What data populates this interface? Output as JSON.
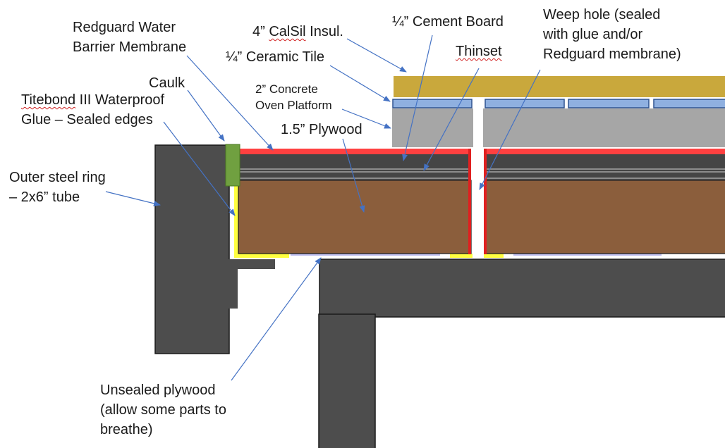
{
  "labels": {
    "redguard_1": "Redguard Water",
    "redguard_2": "Barrier Membrane",
    "calsil_1": "4” ",
    "calsil_2": "CalSil",
    "calsil_3": " Insul.",
    "cement_board": "¼” Cement Board",
    "weep_1": "Weep hole (sealed",
    "weep_2": "with glue and/or",
    "weep_3": "Redguard membrane)",
    "ceramic_tile": "¼” Ceramic Tile",
    "thinset": "Thinset",
    "caulk": "Caulk",
    "titebond_1a": "Titebond",
    "titebond_1b": " III Waterproof",
    "titebond_2": "Glue – Sealed edges",
    "concrete_1": "2” Concrete",
    "concrete_2": "Oven Platform",
    "plywood": "1.5” Plywood",
    "outer_ring_1": "Outer steel ring",
    "outer_ring_2": "– 2x6” tube",
    "unsealed_1": "Unsealed plywood",
    "unsealed_2": "(allow some parts to",
    "unsealed_3": "breathe)"
  },
  "colors": {
    "steel": "#4d4d4d",
    "steel_outline": "#1a1a1a",
    "plywood": "#8b5e3c",
    "calsil": "#c9a83c",
    "concrete": "#a6a6a6",
    "tile": "#8fb0e0",
    "tile_outline": "#2f528f",
    "redguard": "#ff4040",
    "glue": "#ffff40",
    "caulk": "#70a040",
    "unsealed_line": "#c0c0f0",
    "leader_arrow": "#4472c4"
  }
}
